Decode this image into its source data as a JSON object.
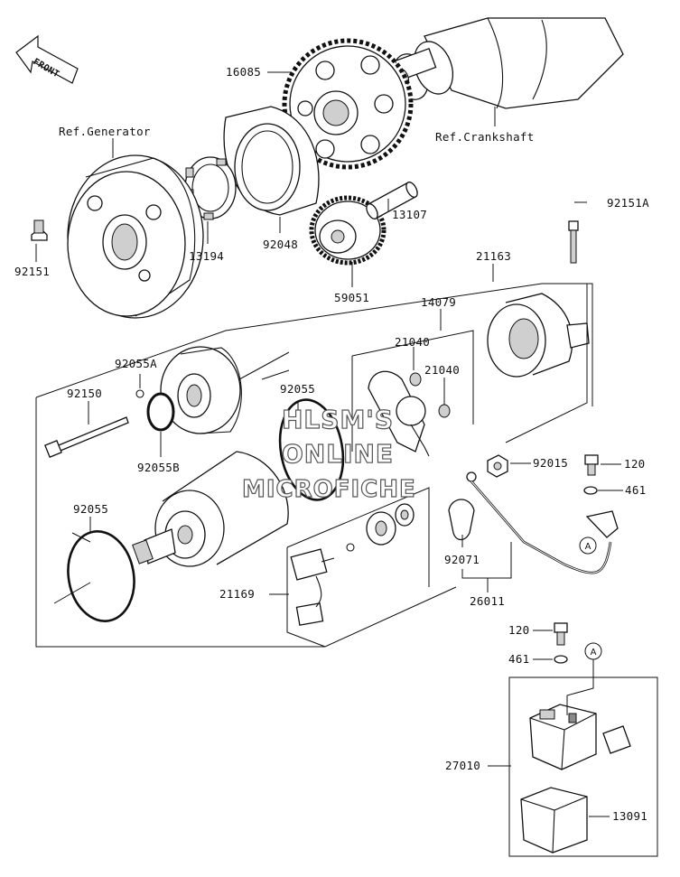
{
  "front_label": "FRONT",
  "references": {
    "generator": "Ref.Generator",
    "crankshaft": "Ref.Crankshaft"
  },
  "part_labels": {
    "p16085": "16085",
    "p92151": "92151",
    "p13194": "13194",
    "p92048": "92048",
    "p13107": "13107",
    "p59051": "59051",
    "p92151A": "92151A",
    "p21163": "21163",
    "p14079": "14079",
    "p21040a": "21040",
    "p21040b": "21040",
    "p92055A": "92055A",
    "p92150": "92150",
    "p92055a": "92055",
    "p92055B": "92055B",
    "p92055b": "92055",
    "p92015": "92015",
    "p120a": "120",
    "p461a": "461",
    "p92071": "92071",
    "p21169": "21169",
    "p26011": "26011",
    "p120b": "120",
    "p461b": "461",
    "p27010": "27010",
    "p13091": "13091"
  },
  "callouts": {
    "a1": "A",
    "a2": "A"
  },
  "watermark": {
    "line1": "HLSM'S",
    "line2": "ONLINE",
    "line3": "MICROFICHE"
  }
}
